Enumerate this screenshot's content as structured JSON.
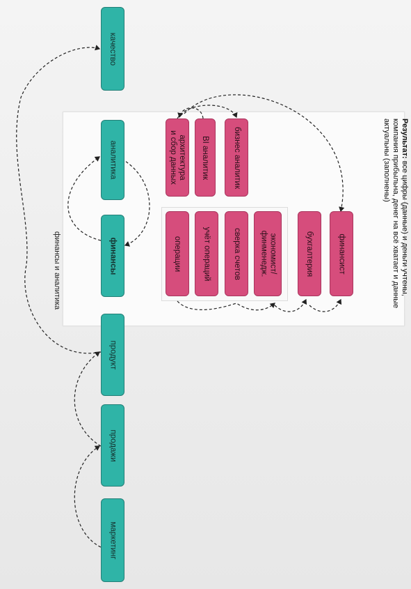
{
  "diagram": {
    "section_label": "финансы и аналитика",
    "top_nodes": [
      {
        "id": "quality",
        "label": "качество"
      },
      {
        "id": "analytics",
        "label": "аналитика"
      },
      {
        "id": "finance",
        "label": "финансы"
      },
      {
        "id": "product",
        "label": "продукт"
      },
      {
        "id": "sales",
        "label": "продажи"
      },
      {
        "id": "marketing",
        "label": "маркетинг"
      }
    ],
    "analytics_roles": [
      {
        "id": "architecture",
        "label": "архитектура\nи сбор данных"
      },
      {
        "id": "bi",
        "label": "BI аналитик"
      },
      {
        "id": "business_analyst",
        "label": "бизнес аналитик"
      }
    ],
    "finance_roles": [
      {
        "id": "operations",
        "label": "операции"
      },
      {
        "id": "accounting_ops",
        "label": "учёт операций"
      },
      {
        "id": "reconciliation",
        "label": "сверка счетов"
      },
      {
        "id": "economist",
        "label": "экономист/\nфинменедж."
      },
      {
        "id": "bookkeeping",
        "label": "бухгалтерия"
      },
      {
        "id": "financier",
        "label": "финансист"
      }
    ],
    "result": {
      "label": "Результат:",
      "text": " все цифры (данные) и деньги учтены, компания прибыльна, денег на всё хватает и данные актуальны (заполнены)"
    }
  },
  "colors": {
    "teal": "#2fb4a7",
    "pink": "#d64d7c",
    "arrow": "#222222"
  }
}
